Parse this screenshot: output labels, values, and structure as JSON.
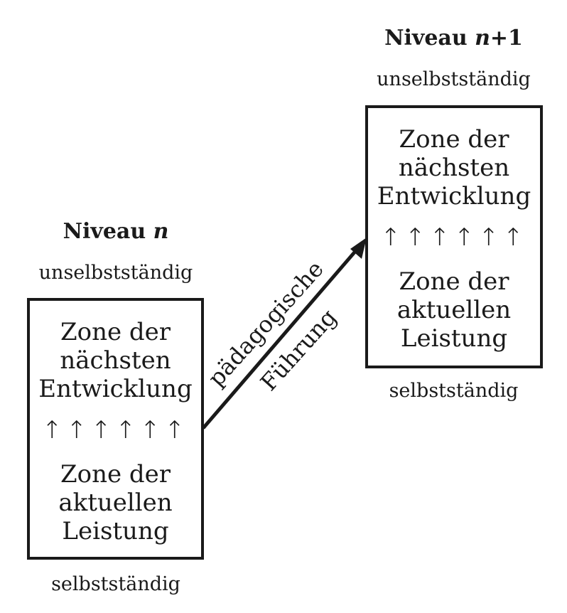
{
  "left": {
    "heading_prefix": "Niveau",
    "heading_var": "n",
    "top_label": "unselbstständig",
    "zone_upper": [
      "Zone der",
      "nächsten",
      "Entwicklung"
    ],
    "arrows": "↑↑↑↑↑↑",
    "zone_lower": [
      "Zone der",
      "aktuellen",
      "Leistung"
    ],
    "bottom_label": "selbstständig"
  },
  "right": {
    "heading_prefix": "Niveau",
    "heading_var": "n",
    "heading_suffix": "+1",
    "top_label": "unselbstständig",
    "zone_upper": [
      "Zone der",
      "nächsten",
      "Entwicklung"
    ],
    "arrows": "↑↑↑↑↑↑",
    "zone_lower": [
      "Zone der",
      "aktuellen",
      "Leistung"
    ],
    "bottom_label": "selbstständig"
  },
  "connector": {
    "label_line1": "pädagogische",
    "label_line2": "Führung"
  }
}
